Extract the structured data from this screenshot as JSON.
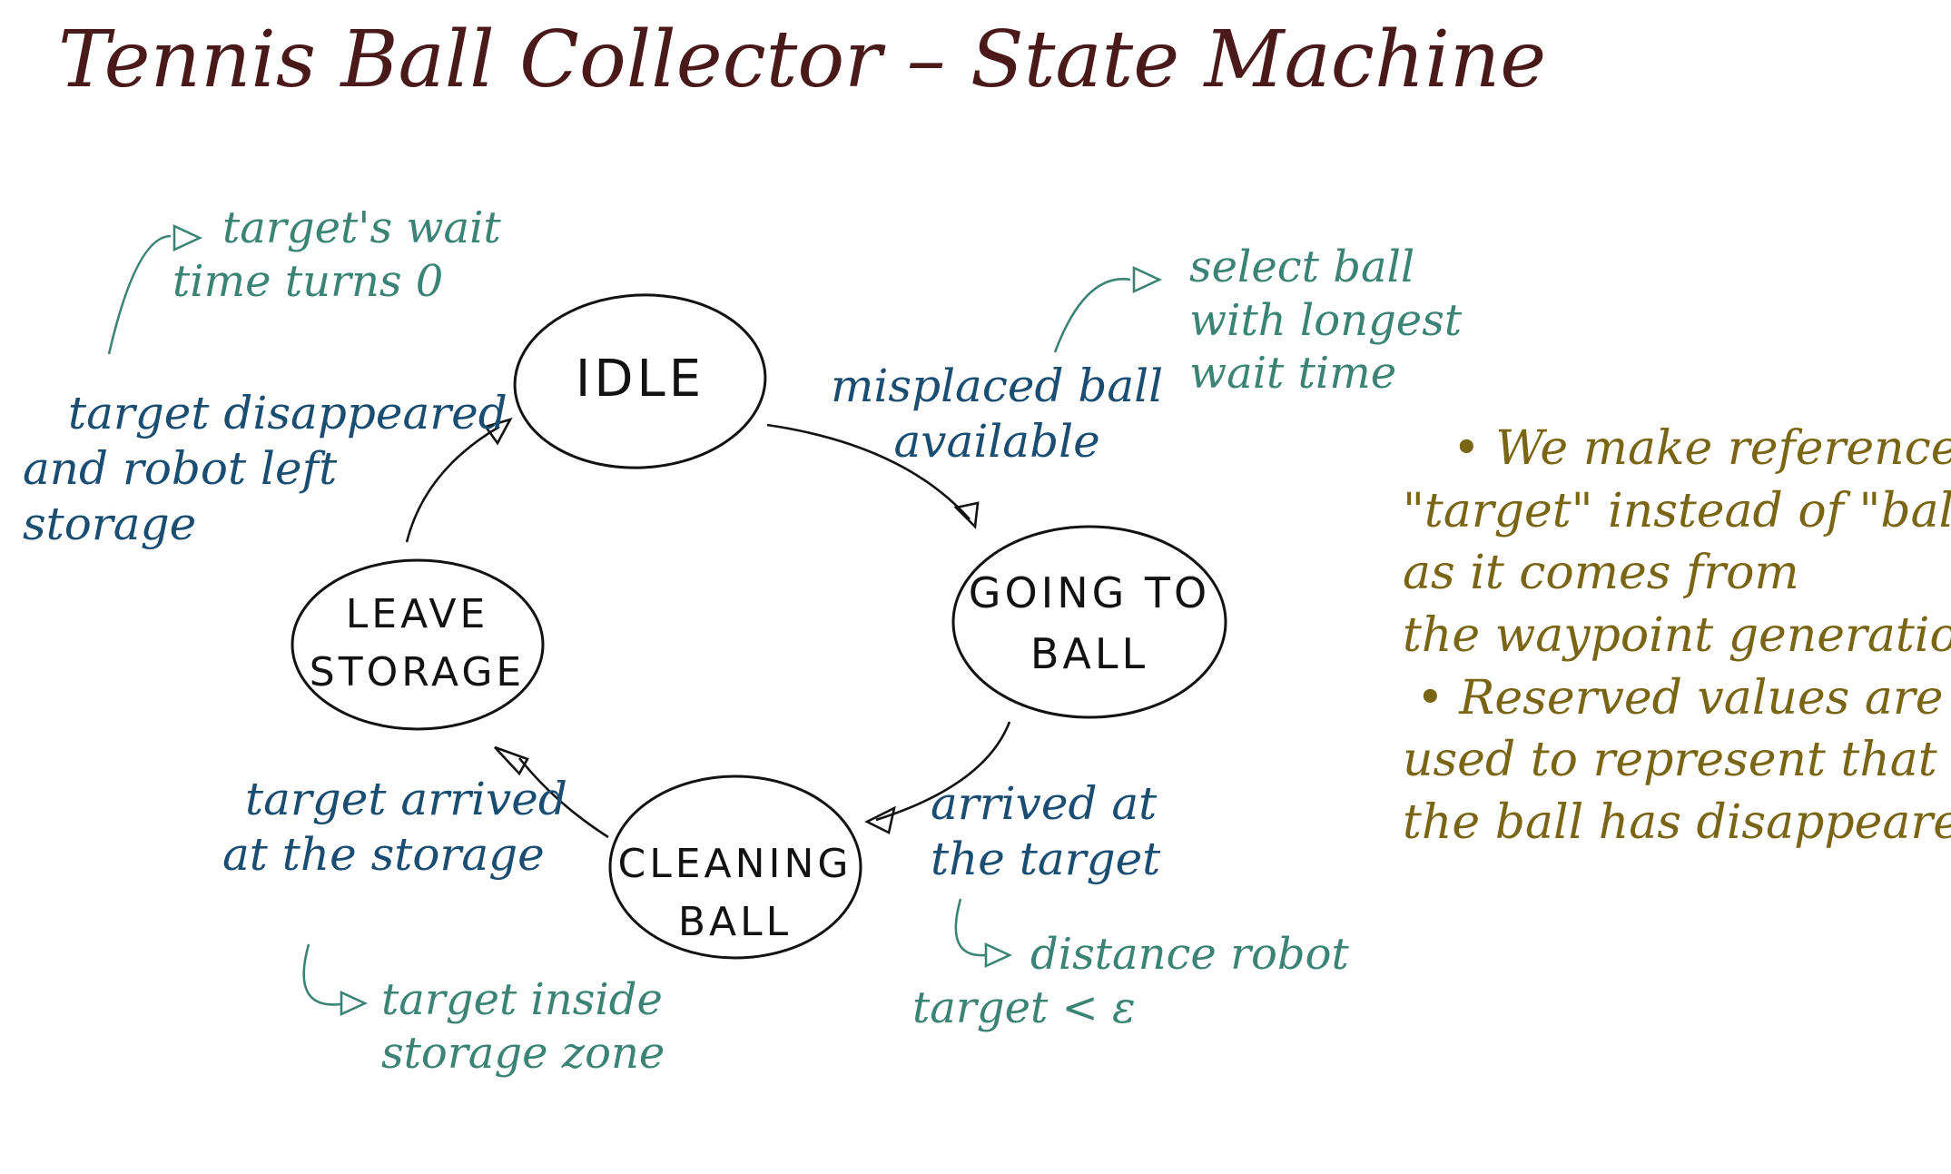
{
  "title": "Tennis Ball Collector – State Machine",
  "colors": {
    "title": "#4a1a1a",
    "state_ink": "#121212",
    "event_ink": "#1a4d72",
    "action_ink": "#3b8475",
    "note_ink": "#7a6515"
  },
  "states": {
    "idle": "IDLE",
    "going_to_ball": [
      "GOING TO",
      "BALL"
    ],
    "cleaning_ball": [
      "CLEANING",
      "BALL"
    ],
    "leave_storage": [
      "LEAVE",
      "STORAGE"
    ]
  },
  "transitions": {
    "idle_to_going": {
      "event": [
        "misplaced ball",
        "available"
      ],
      "action": [
        "select ball",
        "with longest",
        "wait time"
      ]
    },
    "going_to_cleaning": {
      "event": [
        "arrived at",
        "the target"
      ],
      "action": [
        "distance robot",
        "target < ε"
      ]
    },
    "cleaning_to_leave": {
      "event": [
        "target arrived",
        "at the storage"
      ],
      "action": [
        "target inside",
        "storage zone"
      ]
    },
    "leave_to_idle": {
      "event": [
        "target disappeared",
        "and robot left",
        "storage"
      ],
      "action": [
        "target's wait",
        "time turns 0"
      ]
    }
  },
  "notes": [
    "• We make reference to",
    "\"target\" instead of \"ball\"",
    "as it comes from",
    "the waypoint generation",
    "• Reserved values are",
    "used to represent that",
    "the ball has disappeared"
  ]
}
